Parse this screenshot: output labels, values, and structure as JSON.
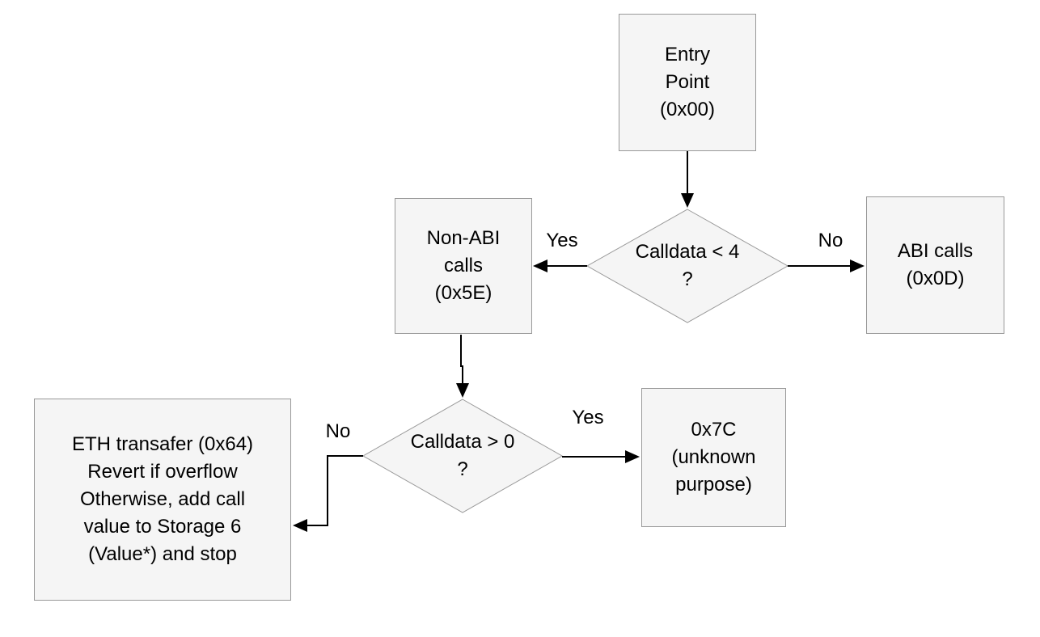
{
  "colors": {
    "background": "#ffffff",
    "node_fill": "#f5f5f5",
    "node_border": "#999999",
    "line": "#000000",
    "text": "#000000"
  },
  "nodes": {
    "entry": {
      "type": "process",
      "label": "Entry\nPoint\n(0x00)"
    },
    "d1": {
      "type": "decision",
      "label": "Calldata < 4\n?"
    },
    "non_abi": {
      "type": "process",
      "label": "Non-ABI\ncalls\n(0x5E)"
    },
    "abi": {
      "type": "process",
      "label": "ABI calls\n(0x0D)"
    },
    "d2": {
      "type": "decision",
      "label": "Calldata > 0\n?"
    },
    "seven_c": {
      "type": "process",
      "label": "0x7C\n(unknown\npurpose)"
    },
    "eth": {
      "type": "process",
      "label": "ETH transafer (0x64)\nRevert if overflow\nOtherwise, add call\nvalue to Storage 6\n(Value*) and stop"
    }
  },
  "edges": {
    "entry_to_d1": {
      "from": "entry",
      "to": "d1",
      "label": ""
    },
    "d1_yes": {
      "from": "d1",
      "to": "non_abi",
      "label": "Yes"
    },
    "d1_no": {
      "from": "d1",
      "to": "abi",
      "label": "No"
    },
    "non_abi_to_d2": {
      "from": "non_abi",
      "to": "d2",
      "label": ""
    },
    "d2_yes": {
      "from": "d2",
      "to": "seven_c",
      "label": "Yes"
    },
    "d2_no": {
      "from": "d2",
      "to": "eth",
      "label": "No"
    }
  }
}
